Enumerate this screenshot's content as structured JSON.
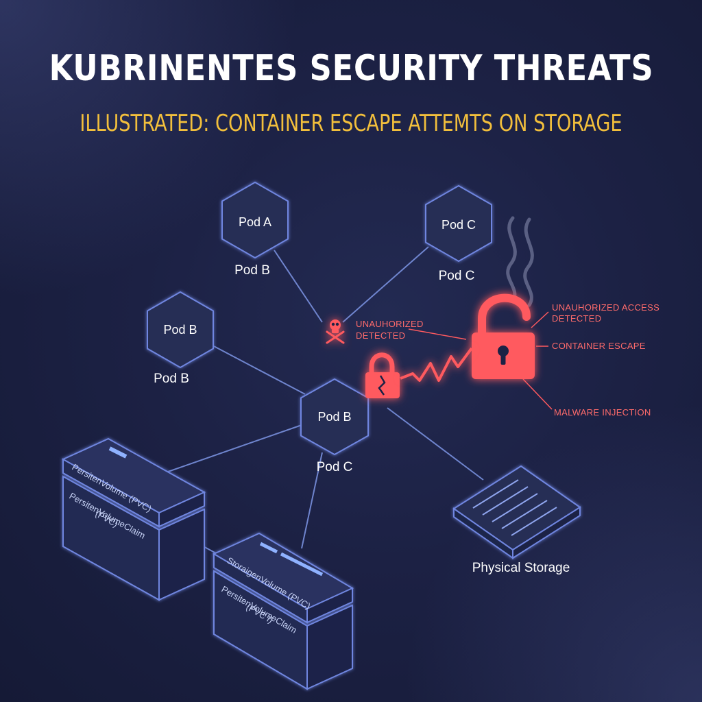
{
  "header": {
    "title": "KUBRINENTES SECURITY THREATS",
    "subtitle": "ILLUSTRATED: CONTAINER ESCAPE ATTEMTS ON STORAGE"
  },
  "pods": {
    "pod_a": {
      "label": "Pod A",
      "caption": "Pod B"
    },
    "pod_c_top": {
      "label": "Pod C",
      "caption": "Pod C"
    },
    "pod_b_left": {
      "label": "Pod B",
      "caption": "Pod B"
    },
    "pod_b_center": {
      "label": "Pod B",
      "caption": "Pod C"
    }
  },
  "alerts": {
    "unauthorized_small_line1": "UNAUHORIZED",
    "unauthorized_small_line2": "DETECTED",
    "unauthorized_access_line1": "UNAUHORIZED ACCESS",
    "unauthorized_access_line2": "DETECTED",
    "container_escape": "CONTAINER ESCAPE",
    "malware_injection": "MALWARE INJECTION"
  },
  "storage": {
    "pvc_box_1": {
      "top_label": "PersitenVolume (PVC)",
      "front_line1": "PersitenVolumeClaim",
      "front_line2": "(PVC)"
    },
    "pvc_box_2": {
      "top_label": "StoraigenVolume (PVC)",
      "front_line1": "PersitenVolumeClaim",
      "front_line2": "(PVC I)"
    },
    "physical_storage_label": "Physical Storage"
  },
  "colors": {
    "background": "#1c2144",
    "node_stroke": "#6f86e0",
    "node_fill": "#262d55",
    "link": "#7e96e6",
    "alert": "#ff5a5f",
    "subtitle": "#f2bf3c",
    "title": "#ffffff"
  },
  "icons": {
    "skull": "skull-crossbones-icon",
    "lock_large": "broken-padlock-icon",
    "lock_small": "cracked-padlock-icon",
    "smoke": "smoke-icon",
    "lightning": "lightning-bolt-icon"
  }
}
